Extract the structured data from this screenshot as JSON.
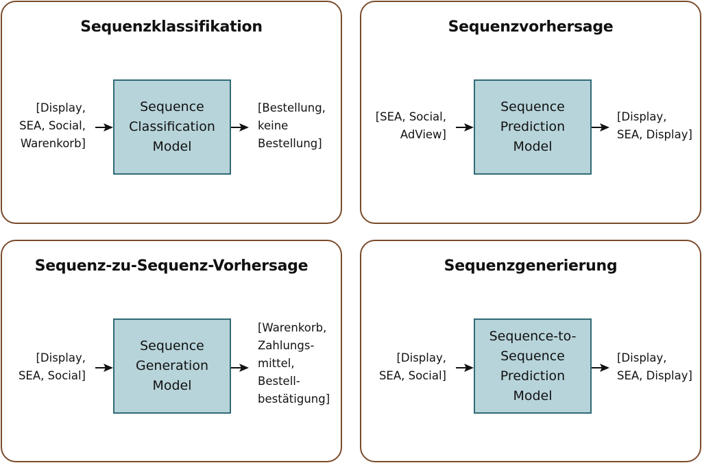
{
  "colors": {
    "panel_border": "#7a4a2a",
    "model_fill": "#b7d4da",
    "model_border": "#2f6a74",
    "arrow": "#111111"
  },
  "panels": [
    {
      "title": "Sequenzklassifikation",
      "input": "[Display,\nSEA, Social,\nWarenkorb]",
      "model": "Sequence\nClassification\nModel",
      "output": "[Bestellung,\nkeine\nBestellung]"
    },
    {
      "title": "Sequenzvorhersage",
      "input": "[SEA, Social,\nAdView]",
      "model": "Sequence\nPrediction\nModel",
      "output": "[Display,\nSEA, Display]"
    },
    {
      "title": "Sequenz-zu-Sequenz-Vorhersage",
      "input": "[Display,\nSEA, Social]",
      "model": "Sequence\nGeneration\nModel",
      "output": "[Warenkorb,\nZahlungs-\nmittel,\nBestell-\nbestätigung]"
    },
    {
      "title": "Sequenzgenerierung",
      "input": "[Display,\nSEA, Social]",
      "model": "Sequence-to-\nSequence\nPrediction\nModel",
      "output": "[Display,\nSEA, Display]"
    }
  ]
}
